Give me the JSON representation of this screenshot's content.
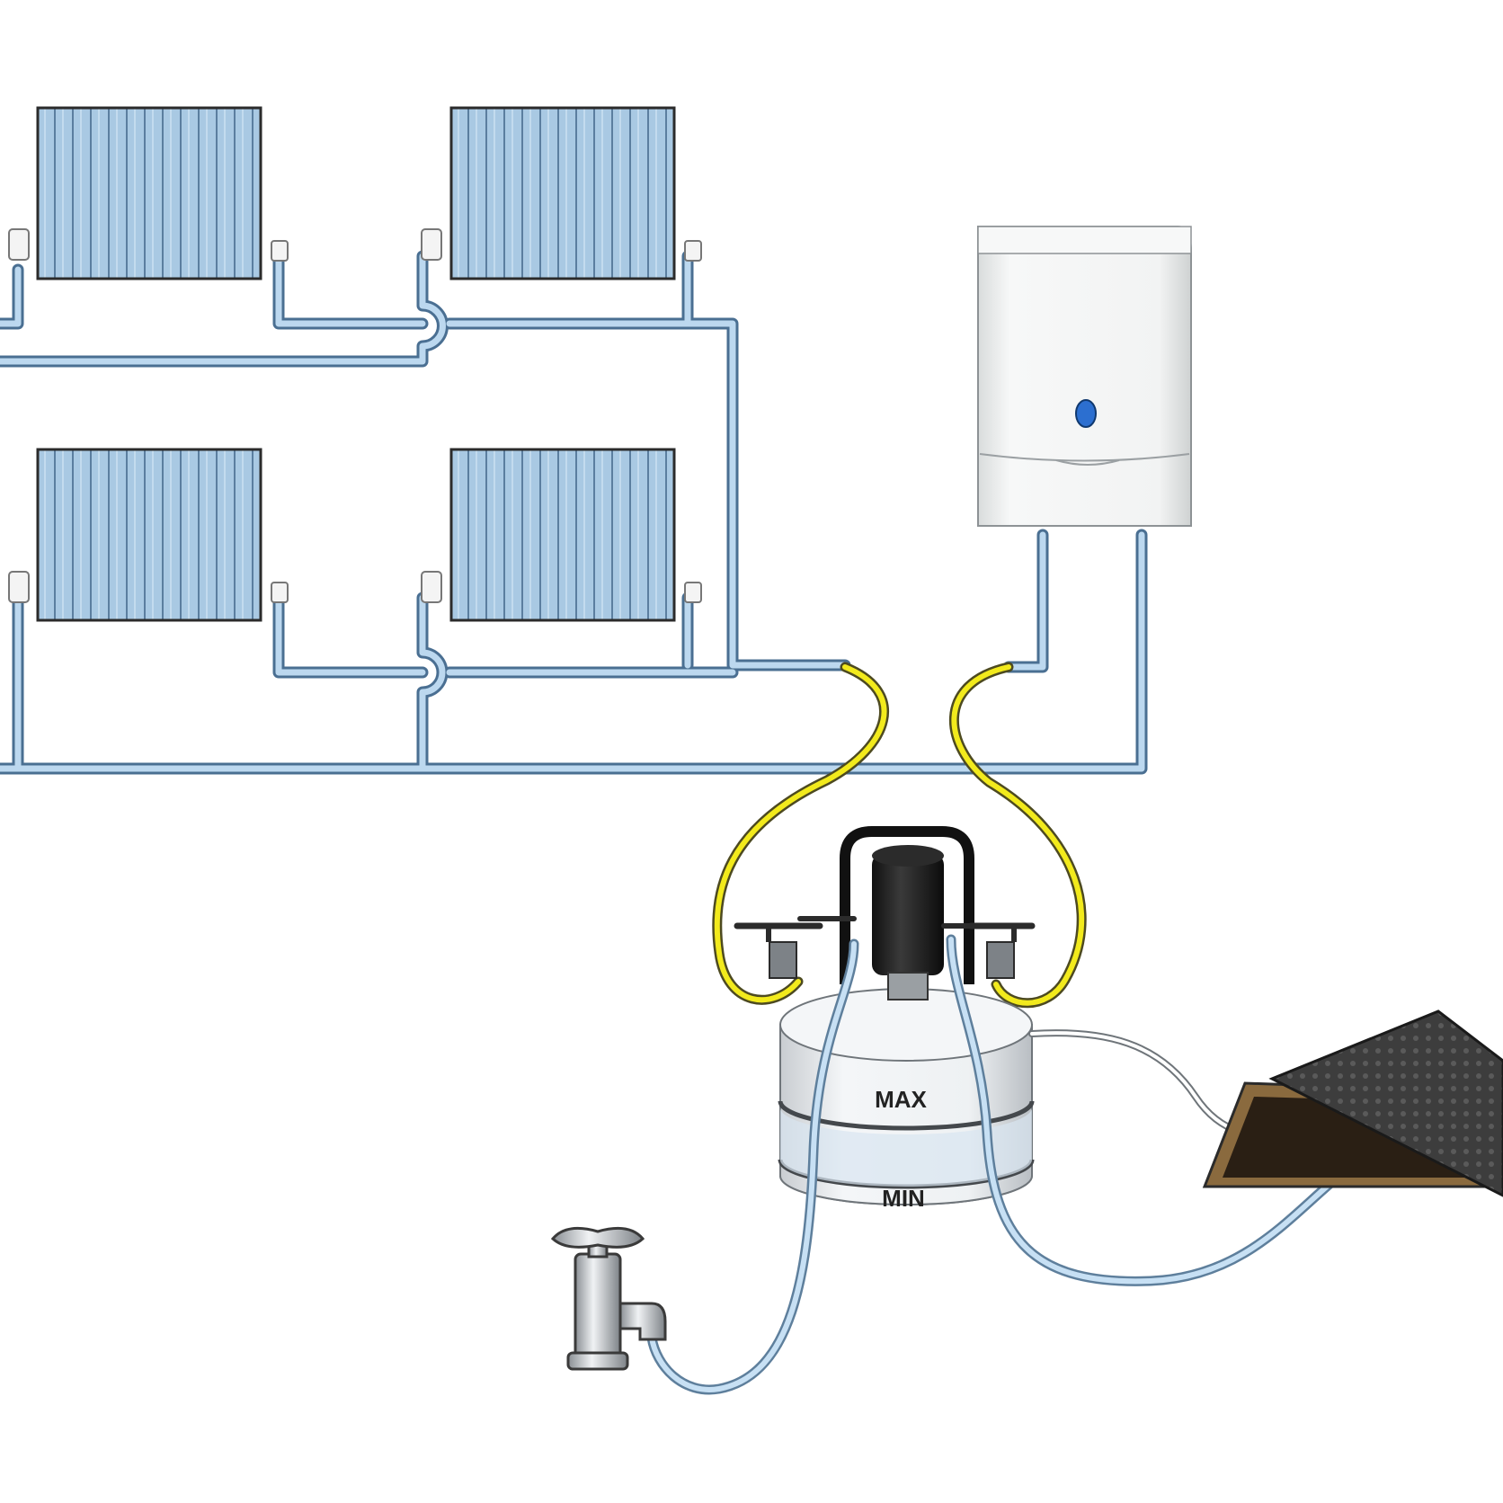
{
  "labels": {
    "max": "MAX",
    "min": "MIN"
  },
  "components": {
    "radiators": [
      "radiator",
      "radiator",
      "radiator",
      "radiator"
    ],
    "boiler": "wall-boiler",
    "pump": "power-flush-pump",
    "tap": "water-tap",
    "drain": "drain-cover"
  },
  "colors": {
    "radiator_fill": "#a9c9e3",
    "pipe": "#bcd8ef",
    "pipe_edge": "#4a6f92",
    "hose_yellow": "#f2ea1c",
    "boiler_body": "#f1f3f3",
    "boiler_indicator": "#2c6fd0",
    "pump_motor": "#1e1e1e",
    "drain_grate": "#3a3a3a",
    "drain_frame": "#6b5230"
  }
}
